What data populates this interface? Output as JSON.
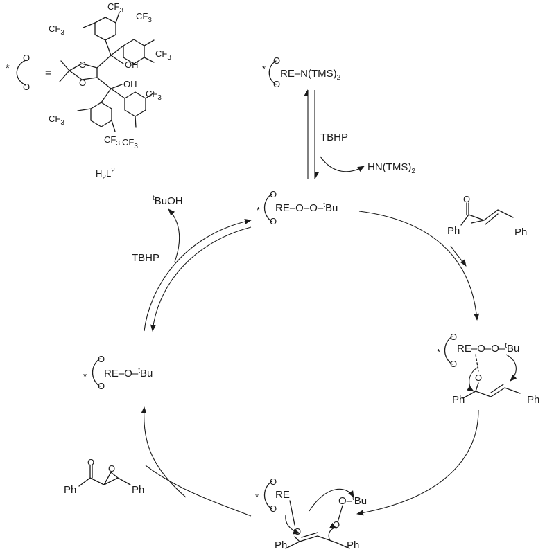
{
  "ligand": {
    "equals": "=",
    "star": "*",
    "o": "O",
    "oh": "OH",
    "cf3": "CF",
    "three": "3",
    "name_main": "H",
    "name_sub": "2",
    "name_rest": "L",
    "name_sup": "2"
  },
  "precursor": {
    "re": "RE",
    "dash_n": "–N(TMS)",
    "sub": "2"
  },
  "step_labels": {
    "tbhp_top": "TBHP",
    "hn_tms": "HN(TMS)",
    "hn_sub": "2",
    "tbhp_left": "TBHP",
    "t": "t",
    "buoh": "BuOH"
  },
  "intermediates": {
    "peroxide": {
      "re": "RE",
      "rest": "–O–O–",
      "t": "t",
      "bu": "Bu"
    },
    "alkoxide": {
      "re": "RE",
      "rest": "–O–",
      "t": "t",
      "bu": "Bu"
    },
    "coordinated": {
      "re": "RE",
      "rest": "–O–O–",
      "t": "t",
      "bu": "Bu",
      "o": "O",
      "ph1": "Ph",
      "ph2": "Ph"
    },
    "transition": {
      "re": "RE",
      "o1": "O",
      "o2": "O–",
      "t": "t",
      "bu": "Bu",
      "ph1": "Ph",
      "ph2": "Ph"
    }
  },
  "substrate": {
    "o": "O",
    "ph1": "Ph",
    "ph2": "Ph"
  },
  "product": {
    "o": "O",
    "ph1": "Ph",
    "ph2": "Ph"
  }
}
